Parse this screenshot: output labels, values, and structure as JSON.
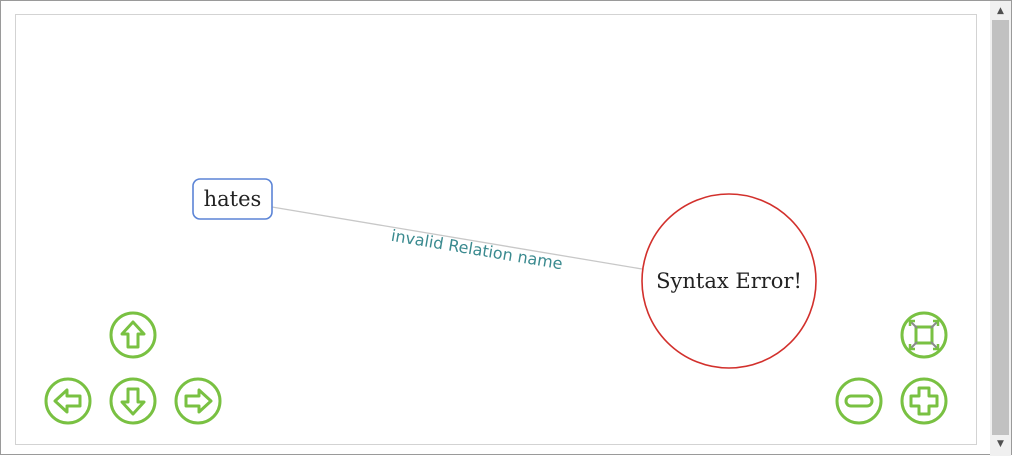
{
  "graph": {
    "nodes": {
      "source": {
        "label": "hates",
        "border_color": "#5b84d6",
        "shape": "box"
      },
      "error": {
        "label": "Syntax Error!",
        "border_color": "#d2302c",
        "shape": "circle"
      }
    },
    "edge": {
      "label": "invalid Relation name",
      "line_color": "#c8c8c8",
      "label_color": "#3a8a8f"
    }
  },
  "navigation": {
    "accent_color": "#79c142",
    "buttons": [
      "up-arrow-icon",
      "left-arrow-icon",
      "down-arrow-icon",
      "right-arrow-icon",
      "zoom-out-icon",
      "zoom-in-icon",
      "fit-view-icon"
    ]
  },
  "scrollbar": {
    "up_glyph": "▲",
    "down_glyph": "▼"
  }
}
